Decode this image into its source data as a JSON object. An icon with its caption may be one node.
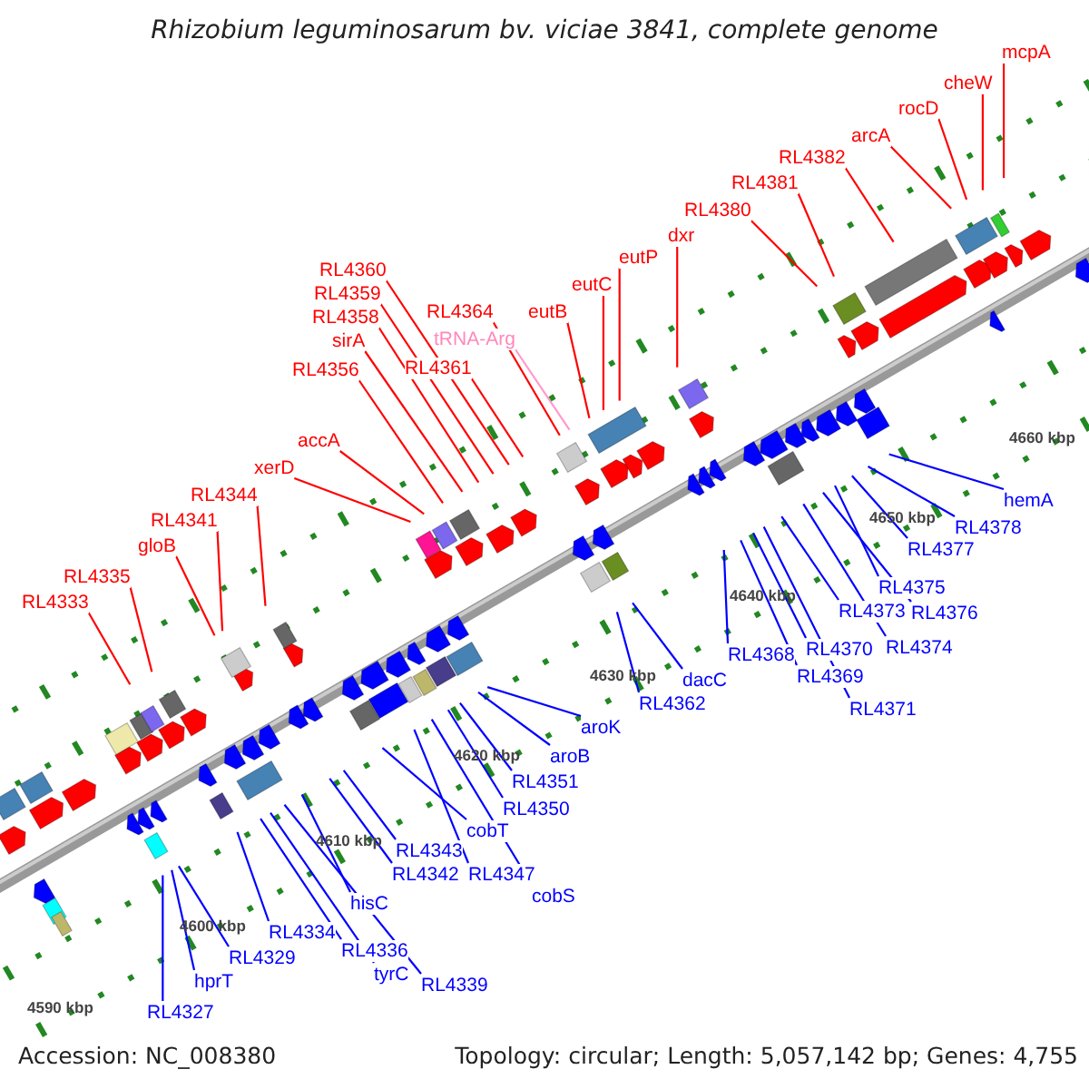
{
  "diagram": {
    "title": "Rhizobium leguminosarum bv. viciae 3841, complete genome",
    "nodes": [
      {
        "text": [
          "mcpA"
        ]
      },
      {
        "text": [
          "cheW"
        ]
      },
      {
        "text": [
          "rocD"
        ]
      },
      {
        "text": [
          "arcA"
        ]
      },
      {
        "text": [
          "RL4382"
        ]
      },
      {
        "text": [
          "RL4381"
        ]
      },
      {
        "text": [
          "RL4380"
        ]
      },
      {
        "text": [
          "dxr"
        ]
      },
      {
        "text": [
          "eutP"
        ]
      },
      {
        "text": [
          "RL4360"
        ]
      },
      {
        "text": [
          "eutC"
        ]
      },
      {
        "text": [
          "RL4359"
        ]
      },
      {
        "text": [
          "eutB"
        ]
      },
      {
        "text": [
          "RL4364"
        ]
      },
      {
        "text": [
          "RL4358"
        ]
      },
      {
        "text": [
          "tRNA-Arg"
        ]
      },
      {
        "text": [
          "sirA"
        ]
      },
      {
        "text": [
          "RL4356"
        ]
      },
      {
        "text": [
          "RL4361"
        ]
      },
      {
        "text": [
          "accA"
        ]
      },
      {
        "text": [
          "xerD"
        ]
      },
      {
        "text": [
          "RL4344"
        ]
      },
      {
        "text": [
          "RL4341"
        ]
      },
      {
        "text": [
          "gloB"
        ]
      },
      {
        "text": [
          "RL4335"
        ]
      },
      {
        "text": [
          "RL4333"
        ]
      },
      {
        "text": [
          "hemA"
        ]
      },
      {
        "text": [
          "RL4378"
        ]
      },
      {
        "text": [
          "RL4377"
        ]
      },
      {
        "text": [
          "RL4375"
        ]
      },
      {
        "text": [
          "RL4373"
        ]
      },
      {
        "text": [
          "RL4376"
        ]
      },
      {
        "text": [
          "RL4368"
        ]
      },
      {
        "text": [
          "RL4374"
        ]
      },
      {
        "text": [
          "RL4370"
        ]
      },
      {
        "text": [
          "RL4369"
        ]
      },
      {
        "text": [
          "dacC"
        ]
      },
      {
        "text": [
          "RL4362"
        ]
      },
      {
        "text": [
          "RL4371"
        ]
      },
      {
        "text": [
          "aroK"
        ]
      },
      {
        "text": [
          "aroB"
        ]
      },
      {
        "text": [
          "RL4351"
        ]
      },
      {
        "text": [
          "RL4350"
        ]
      },
      {
        "text": [
          "cobT"
        ]
      },
      {
        "text": [
          "RL4343"
        ]
      },
      {
        "text": [
          "RL4347"
        ]
      },
      {
        "text": [
          "RL4342"
        ]
      },
      {
        "text": [
          "cobS"
        ]
      },
      {
        "text": [
          "hisC"
        ]
      },
      {
        "text": [
          "RL4334"
        ]
      },
      {
        "text": [
          "RL4336"
        ]
      },
      {
        "text": [
          "RL4329"
        ]
      },
      {
        "text": [
          "tyrC"
        ]
      },
      {
        "text": [
          "hprT"
        ]
      },
      {
        "text": [
          "RL4339"
        ]
      },
      {
        "text": [
          "RL4327"
        ]
      }
    ],
    "edges": [
      {
        "from": 0,
        "to": null,
        "arrow": "none",
        "color": "#ff0000"
      },
      {
        "from": 1,
        "to": null,
        "arrow": "none",
        "color": "#ff0000"
      },
      {
        "from": 2,
        "to": null,
        "arrow": "none",
        "color": "#ff0000"
      },
      {
        "from": 3,
        "to": null,
        "arrow": "none",
        "color": "#ff0000"
      },
      {
        "from": 4,
        "to": null,
        "arrow": "none",
        "color": "#ff0000"
      },
      {
        "from": 5,
        "to": null,
        "arrow": "none",
        "color": "#ff0000"
      },
      {
        "from": 6,
        "to": null,
        "arrow": "none",
        "color": "#ff0000"
      },
      {
        "from": 7,
        "to": null,
        "arrow": "none",
        "color": "#ff0000"
      },
      {
        "from": 8,
        "to": null,
        "arrow": "none",
        "color": "#ff0000"
      },
      {
        "from": 9,
        "to": null,
        "arrow": "none",
        "color": "#ff0000"
      },
      {
        "from": 10,
        "to": null,
        "arrow": "none",
        "color": "#ff0000"
      },
      {
        "from": 11,
        "to": null,
        "arrow": "none",
        "color": "#ff0000"
      },
      {
        "from": 12,
        "to": null,
        "arrow": "none",
        "color": "#ff0000"
      },
      {
        "from": 13,
        "to": null,
        "arrow": "none",
        "color": "#ff0000"
      },
      {
        "from": 14,
        "to": null,
        "arrow": "none",
        "color": "#ff0000"
      },
      {
        "from": 15,
        "to": null,
        "arrow": "none",
        "color": "#ff99cc"
      },
      {
        "from": 16,
        "to": null,
        "arrow": "none",
        "color": "#ff0000"
      },
      {
        "from": 17,
        "to": null,
        "arrow": "none",
        "color": "#ff0000"
      },
      {
        "from": 18,
        "to": null,
        "arrow": "none",
        "color": "#ff0000"
      },
      {
        "from": 19,
        "to": null,
        "arrow": "none",
        "color": "#ff0000"
      },
      {
        "from": 20,
        "to": null,
        "arrow": "none",
        "color": "#ff0000"
      },
      {
        "from": 21,
        "to": null,
        "arrow": "none",
        "color": "#ff0000"
      },
      {
        "from": 22,
        "to": null,
        "arrow": "none",
        "color": "#ff0000"
      },
      {
        "from": 23,
        "to": null,
        "arrow": "none",
        "color": "#ff0000"
      },
      {
        "from": 24,
        "to": null,
        "arrow": "none",
        "color": "#ff0000"
      },
      {
        "from": 25,
        "to": null,
        "arrow": "none",
        "color": "#ff0000"
      },
      {
        "from": 26,
        "to": null,
        "arrow": "none"
      },
      {
        "from": 27,
        "to": null,
        "arrow": "none"
      },
      {
        "from": 28,
        "to": null,
        "arrow": "none"
      },
      {
        "from": 29,
        "to": null,
        "arrow": "none"
      },
      {
        "from": 30,
        "to": null,
        "arrow": "none"
      },
      {
        "from": 31,
        "to": null,
        "arrow": "none"
      },
      {
        "from": 32,
        "to": null,
        "arrow": "none"
      },
      {
        "from": 33,
        "to": null,
        "arrow": "none"
      },
      {
        "from": 34,
        "to": null,
        "arrow": "none"
      },
      {
        "from": 35,
        "to": null,
        "arrow": "none"
      },
      {
        "from": 36,
        "to": null,
        "arrow": "none"
      },
      {
        "from": 37,
        "to": null,
        "arrow": "none"
      },
      {
        "from": 38,
        "to": null,
        "arrow": "none"
      },
      {
        "from": 39,
        "to": null,
        "arrow": "none"
      },
      {
        "from": 40,
        "to": null,
        "arrow": "none"
      },
      {
        "from": 41,
        "to": null,
        "arrow": "none"
      },
      {
        "from": 42,
        "to": null,
        "arrow": "none"
      },
      {
        "from": 43,
        "to": null,
        "arrow": "none"
      },
      {
        "from": 44,
        "to": null,
        "arrow": "none"
      },
      {
        "from": 45,
        "to": null,
        "arrow": "none"
      },
      {
        "from": 46,
        "to": null,
        "arrow": "none"
      },
      {
        "from": 47,
        "to": null,
        "arrow": "none"
      },
      {
        "from": 48,
        "to": null,
        "arrow": "none"
      },
      {
        "from": 49,
        "to": null,
        "arrow": "none"
      },
      {
        "from": 50,
        "to": null,
        "arrow": "none"
      },
      {
        "from": 51,
        "to": null,
        "arrow": "none"
      },
      {
        "from": 52,
        "to": null,
        "arrow": "none"
      },
      {
        "from": 53,
        "to": null,
        "arrow": "none"
      },
      {
        "from": 54,
        "to": null,
        "arrow": "none"
      },
      {
        "from": 55,
        "to": null,
        "arrow": "none"
      }
    ],
    "labels": [
      "4660 kbp",
      "4650 kbp",
      "4640 kbp",
      "4630 kbp",
      "4620 kbp",
      "4610 kbp",
      "4600 kbp",
      "4590 kbp",
      "Accession: NC_008380",
      "Topology: circular; Length: 5,057,142 bp; Genes: 4,755"
    ]
  }
}
